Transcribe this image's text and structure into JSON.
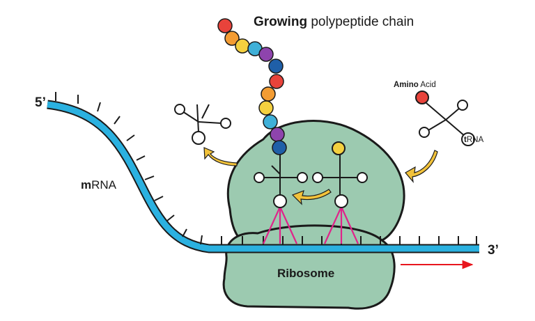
{
  "title": {
    "bold": "Growing",
    "rest": " polypeptide chain"
  },
  "labels": {
    "five_prime": "5’",
    "three_prime": "3’",
    "mrna_bold": "m",
    "mrna_rest": "RNA",
    "ribosome": "Ribosome",
    "amino_bold": "Amino",
    "amino_rest": " Acid",
    "trna_bold": "t",
    "trna_rest": "RNA"
  },
  "colors": {
    "ribosome": "#9ccab0",
    "ribosome_stroke": "#1a1a1a",
    "mrna": "#2bb1e0",
    "codon_bond": "#e0238a",
    "arrow": "#f2c23a",
    "direction_arrow": "#e8161e",
    "amino_acid": "#e8433b",
    "incoming_amino": "#f4d03f"
  },
  "polypeptide_beads": [
    "#e8433b",
    "#f39c33",
    "#f4d03f",
    "#3fb0d8",
    "#8e44ad",
    "#1f5fa8",
    "#e8433b",
    "#f39c33",
    "#f4d03f",
    "#3fb0d8",
    "#8e44ad",
    "#1f5fa8"
  ]
}
